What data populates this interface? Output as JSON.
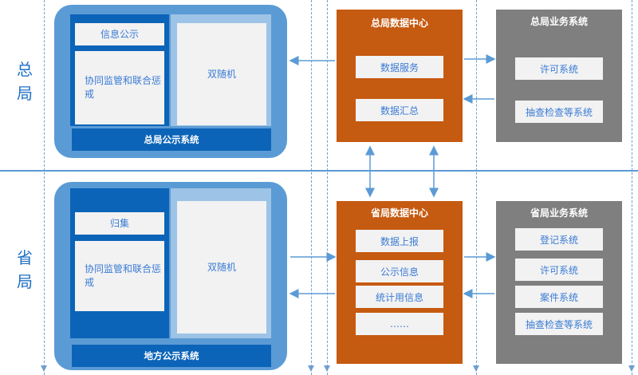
{
  "tiers": {
    "top": [
      "总",
      "局"
    ],
    "bottom": [
      "省",
      "局"
    ]
  },
  "hq_system": {
    "title": "总局公示系统",
    "cells": [
      "信息公示",
      "协同监管和联合惩戒",
      "双随机"
    ]
  },
  "hq_datacenter": {
    "title": "总局数据中心",
    "items": [
      "数据服务",
      "数据汇总"
    ]
  },
  "hq_business": {
    "title": "总局业务系统",
    "items": [
      "许可系统",
      "抽查检查等系统"
    ]
  },
  "prov_system": {
    "title": "地方公示系统",
    "cells": [
      "归集",
      "协同监管和联合惩戒",
      "双随机"
    ]
  },
  "prov_datacenter": {
    "title": "省局数据中心",
    "items": [
      "数据上报",
      "公示信息",
      "统计用信息",
      "……"
    ]
  },
  "prov_business": {
    "title": "省局业务系统",
    "items": [
      "登记系统",
      "许可系统",
      "案件系统",
      "抽查检查等系统"
    ]
  },
  "colors": {
    "system_blue": "#5b9bd5",
    "panel_dark_blue": "#0c64b8",
    "panel_light_blue": "#9dc3e6",
    "datacenter_orange": "#c55a11",
    "business_gray": "#7f7f7f",
    "arrow": "#5b9bd5"
  }
}
